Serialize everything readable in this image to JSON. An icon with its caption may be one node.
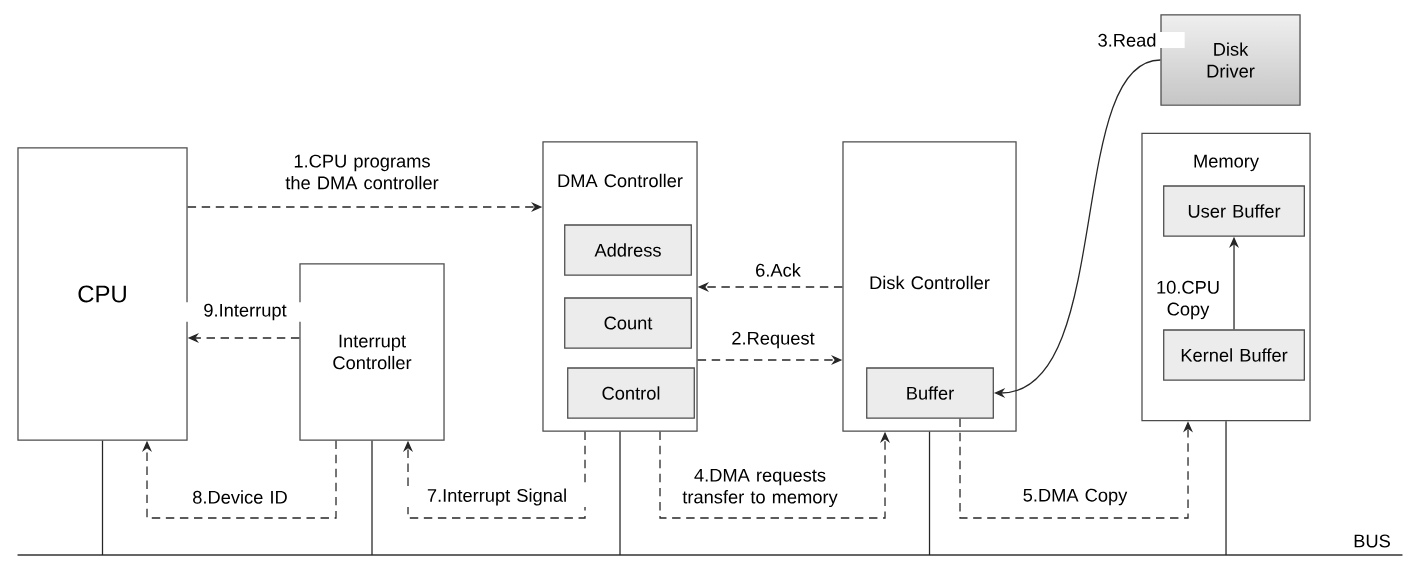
{
  "diagram": {
    "nodes": [
      {
        "text": [
          "CPU"
        ]
      },
      {
        "text": [
          "Interrupt Controller"
        ]
      },
      {
        "text": [
          "DMA Controller"
        ]
      },
      {
        "text": [
          "Address"
        ],
        "in": 2
      },
      {
        "text": [
          "Count"
        ],
        "in": 2
      },
      {
        "text": [
          "Control"
        ],
        "in": 2
      },
      {
        "text": [
          "Disk Controller"
        ]
      },
      {
        "text": [
          "Buffer"
        ],
        "in": 6
      },
      {
        "text": [
          "Disk Driver"
        ]
      },
      {
        "text": [
          "Memory"
        ]
      },
      {
        "text": [
          "User Buffer"
        ],
        "in": 9
      },
      {
        "text": [
          "Kernel Buffer"
        ],
        "in": 9
      },
      {
        "text": [
          "BUS"
        ]
      }
    ],
    "edges": [
      {
        "from": 0,
        "to": 2,
        "arrow": "to",
        "style": "dashed",
        "label": "1.CPU programs the DMA controller"
      },
      {
        "from": 1,
        "to": 0,
        "arrow": "to",
        "style": "dashed",
        "label": "9.Interrupt"
      },
      {
        "from": 6,
        "to": 2,
        "arrow": "to",
        "style": "dashed",
        "label": "6.Ack"
      },
      {
        "from": 2,
        "to": 6,
        "arrow": "to",
        "style": "dashed",
        "label": "2.Request"
      },
      {
        "from": 8,
        "to": 7,
        "arrow": "to",
        "label": "3.Read"
      },
      {
        "from": 11,
        "to": 10,
        "arrow": "to",
        "label": "10.CPU Copy"
      },
      {
        "from": 1,
        "to": 0,
        "arrow": "to",
        "style": "dashed",
        "label": "8.Device ID"
      },
      {
        "from": 2,
        "to": 1,
        "arrow": "to",
        "style": "dashed",
        "label": "7.Interrupt Signal"
      },
      {
        "from": 2,
        "to": 6,
        "arrow": "to",
        "style": "dashed",
        "label": "4.DMA requests transfer to memory"
      },
      {
        "from": 7,
        "to": 9,
        "arrow": "to",
        "style": "dashed",
        "label": "5.DMA Copy"
      },
      {
        "from": 0,
        "to": 12,
        "arrow": "none"
      },
      {
        "from": 1,
        "to": 12,
        "arrow": "none"
      },
      {
        "from": 2,
        "to": 12,
        "arrow": "none"
      },
      {
        "from": 6,
        "to": 12,
        "arrow": "none"
      },
      {
        "from": 9,
        "to": 12,
        "arrow": "none"
      }
    ]
  }
}
